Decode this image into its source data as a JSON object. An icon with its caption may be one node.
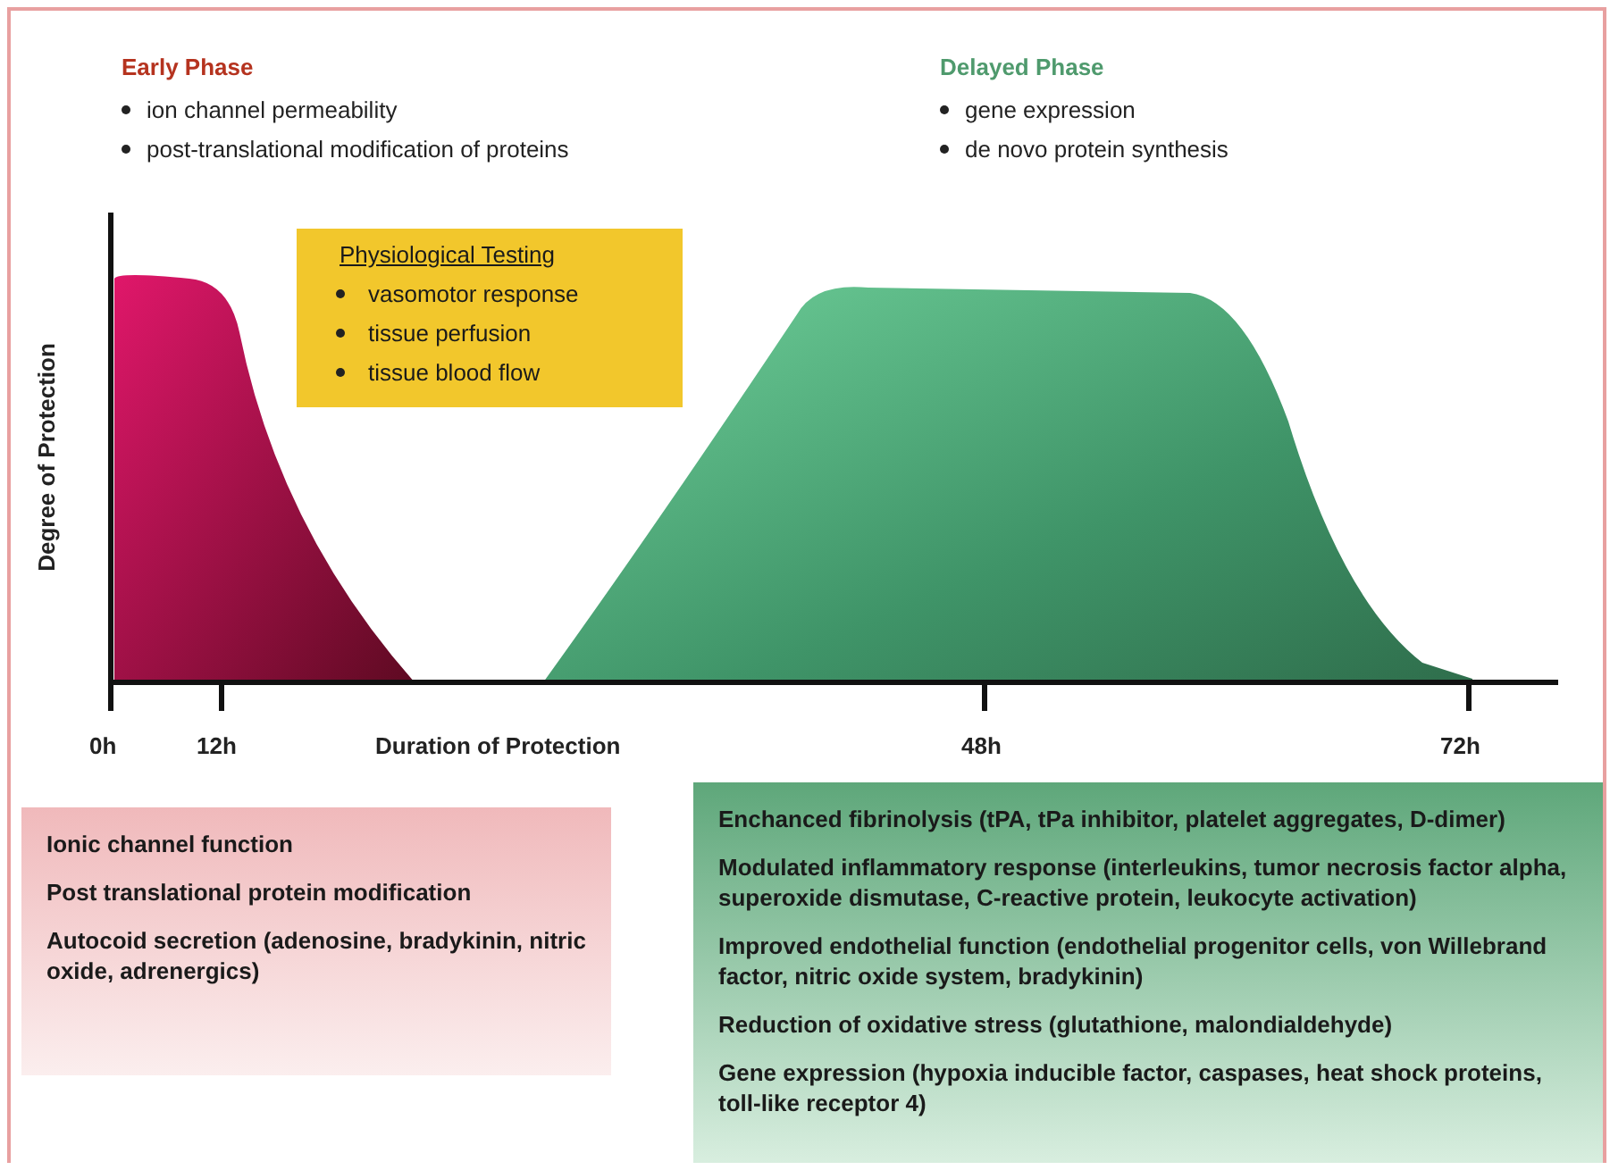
{
  "diagram": {
    "nodes": [
      {
        "text": [
          "Physiological Testing",
          "vasomotor response",
          "tissue perfusion",
          "tissue blood flow"
        ]
      },
      {
        "text": [
          "Ionic channel function",
          "Post translational protein modification",
          "Autocoid secretion (adenosine, bradykinin, nitric oxide, adrenergics)"
        ]
      },
      {
        "text": [
          "Enchanced fibrinolysis (tPA, tPa inhibitor, platelet aggregates, D-dimer)",
          "Modulated inflammatory response (interleukins, tumor necrosis factor alpha, superoxide dismutase, C-reactive protein, leukocyte activation)",
          "Improved endothelial function (endothelial progenitor cells, von Willebrand factor, nitric oxide system, bradykinin)",
          "Reduction of oxidative stress (glutathione, malondialdehyde)",
          "Gene expression (hypoxia inducible factor, caspases, heat shock proteins, toll-like receptor 4)"
        ]
      }
    ],
    "labels": [
      "Early Phase",
      "ion channel permeability",
      "post-translational modification of proteins",
      "Delayed Phase",
      "gene expression",
      "de novo protein synthesis",
      "Degree of Protection",
      "0h",
      "12h",
      "Duration of Protection",
      "48h",
      "72h"
    ]
  }
}
